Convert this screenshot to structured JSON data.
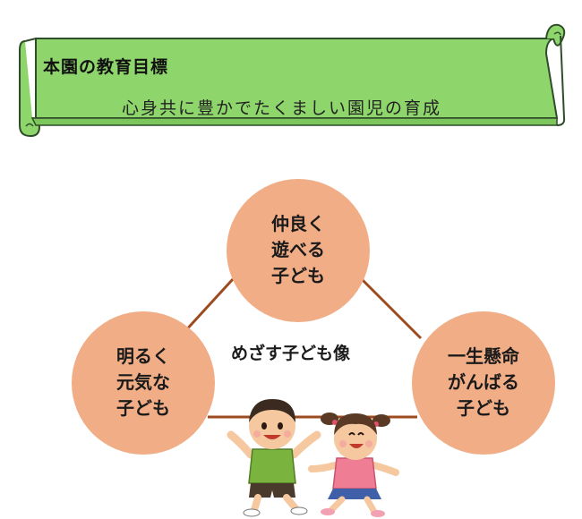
{
  "banner": {
    "title": "本園の教育目標",
    "subtitle": "心身共に豊かでたくましい園児の育成"
  },
  "diagram": {
    "center_label": "めざす子ども像",
    "nodes": [
      {
        "id": "top",
        "lines": [
          "仲良く",
          "遊べる",
          "子ども"
        ]
      },
      {
        "id": "left",
        "lines": [
          "明るく",
          "元気な",
          "子ども"
        ]
      },
      {
        "id": "right",
        "lines": [
          "一生懸命",
          "がんばる",
          "子ども"
        ]
      }
    ]
  },
  "colors": {
    "banner_fill": "#8ed66c",
    "banner_border": "#2f4d2a",
    "circle_fill": "#f0ad86",
    "connector": "#9c4a1e",
    "boy_shirt": "#7ab43e",
    "girl_shirt": "#ef7d94"
  },
  "icons": [
    "boy-illustration-icon",
    "girl-illustration-icon"
  ]
}
